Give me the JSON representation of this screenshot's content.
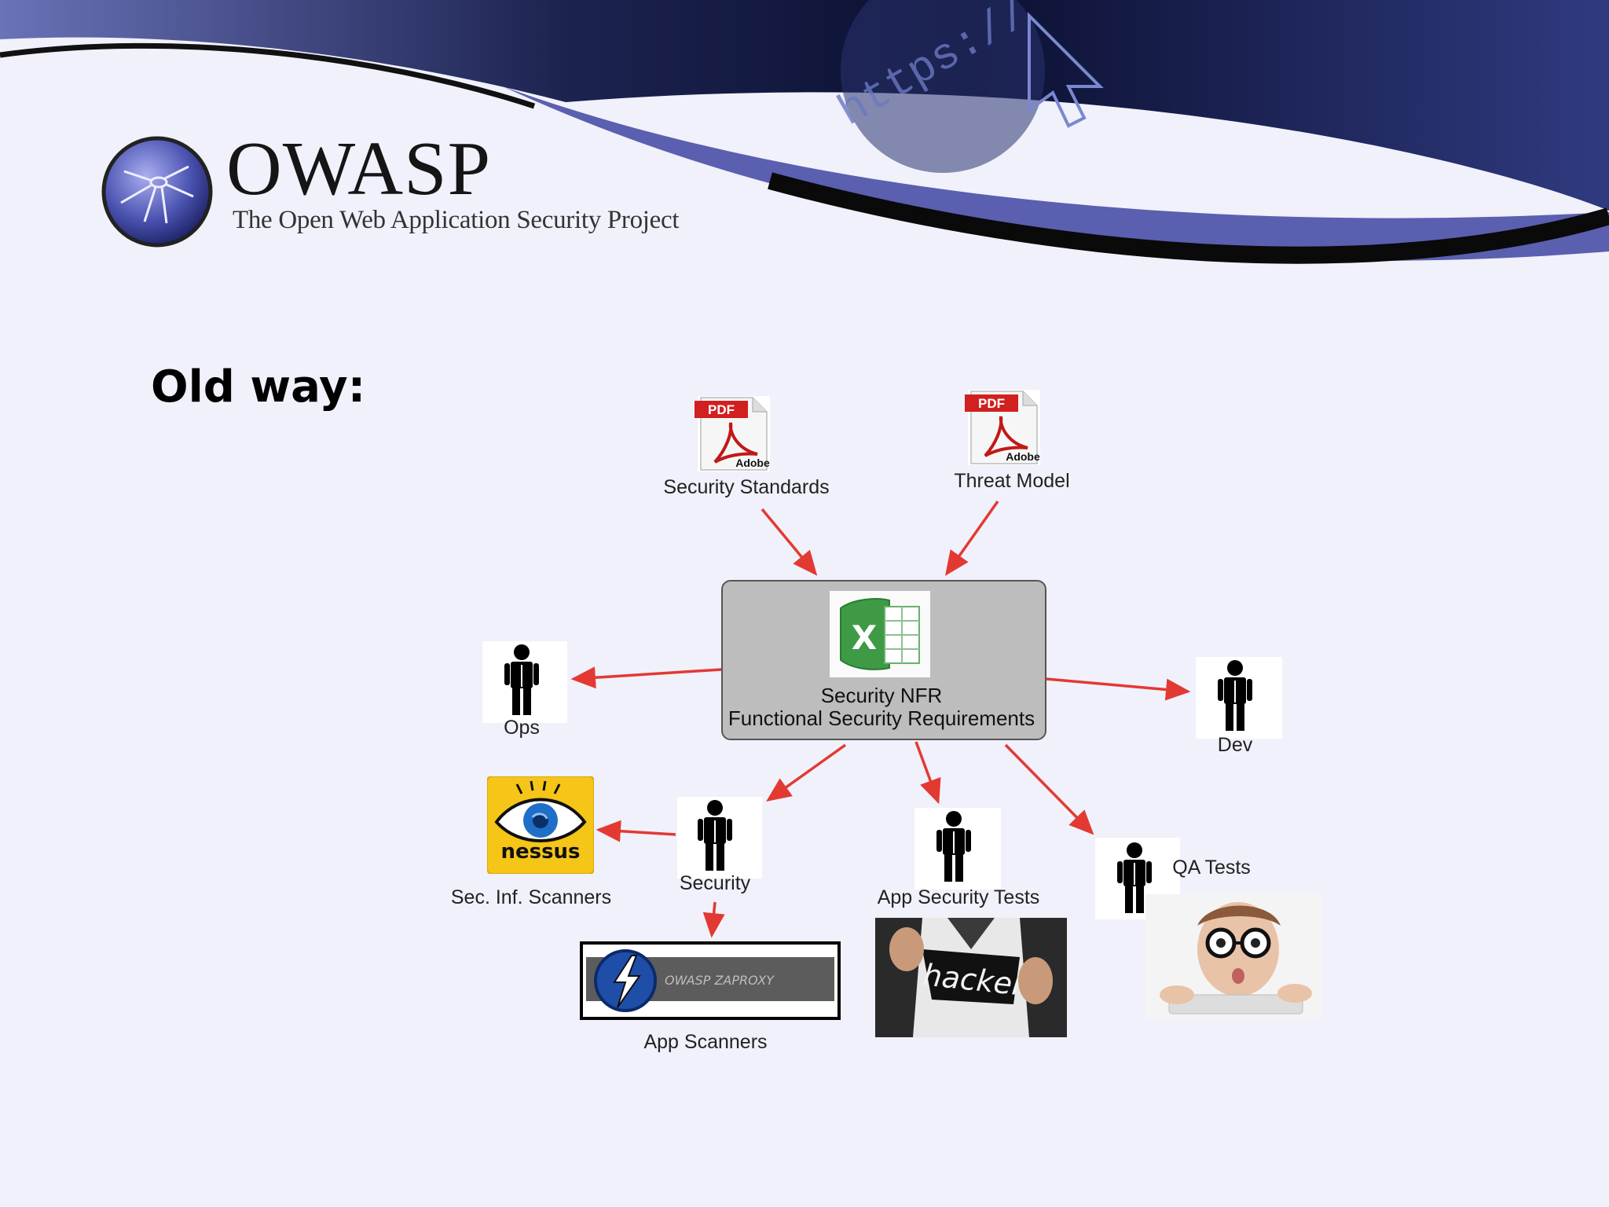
{
  "logo": {
    "title": "OWASP",
    "subtitle": "The Open Web Application Security Project"
  },
  "heading": "Old way:",
  "diagram": {
    "center": {
      "title": "Security NFR",
      "subtitle": "Functional Security Requirements",
      "icon": "excel-icon"
    },
    "inputs": [
      {
        "label": "Security Standards",
        "icon": "pdf-document-icon"
      },
      {
        "label": "Threat Model",
        "icon": "pdf-document-icon"
      }
    ],
    "roles": [
      {
        "label": "Ops",
        "icon": "person-icon"
      },
      {
        "label": "Dev",
        "icon": "person-icon"
      },
      {
        "label": "Security",
        "icon": "person-icon"
      },
      {
        "label": "App Security Tests",
        "icon": "person-icon"
      },
      {
        "label": "QA Tests",
        "icon": "person-icon"
      }
    ],
    "tools": [
      {
        "label": "Sec. Inf. Scanners",
        "logo_text": "nessus"
      },
      {
        "label": "App Scanners",
        "logo_text": "OWASP ZAPROXY"
      }
    ],
    "pdf_badge": "PDF",
    "adobe_text": "Adobe",
    "hacker_text": "hacker",
    "arrow_color": "#e23a32"
  }
}
